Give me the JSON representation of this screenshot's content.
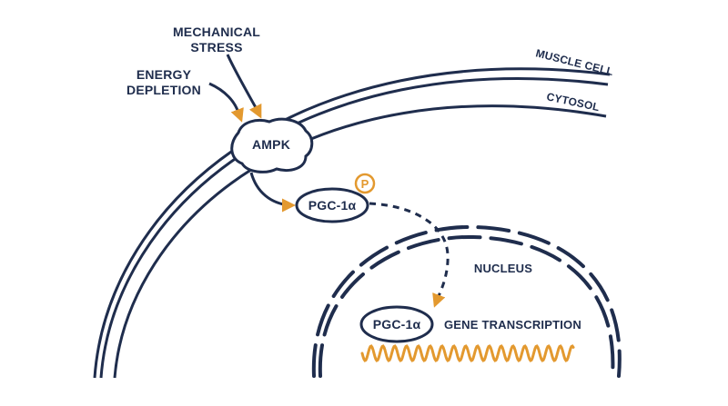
{
  "colors": {
    "navy": "#1f2d4d",
    "orange": "#e3992f",
    "background": "#ffffff"
  },
  "labels": {
    "mechanical_stress_line1": "MECHANICAL",
    "mechanical_stress_line2": "STRESS",
    "energy_depletion_line1": "ENERGY",
    "energy_depletion_line2": "DEPLETION",
    "muscle_cell": "MUSCLE CELL",
    "cytosol": "CYTOSOL",
    "ampk": "AMPK",
    "pgc1a_cytosol": "PGC-1α",
    "phosphate": "P",
    "nucleus": "NUCLEUS",
    "pgc1a_nucleus": "PGC-1α",
    "gene_transcription": "GENE TRANSCRIPTION"
  },
  "icons": {
    "dna": "wavy-dna-strand-icon",
    "phosphate": "phosphate-circle-icon"
  }
}
